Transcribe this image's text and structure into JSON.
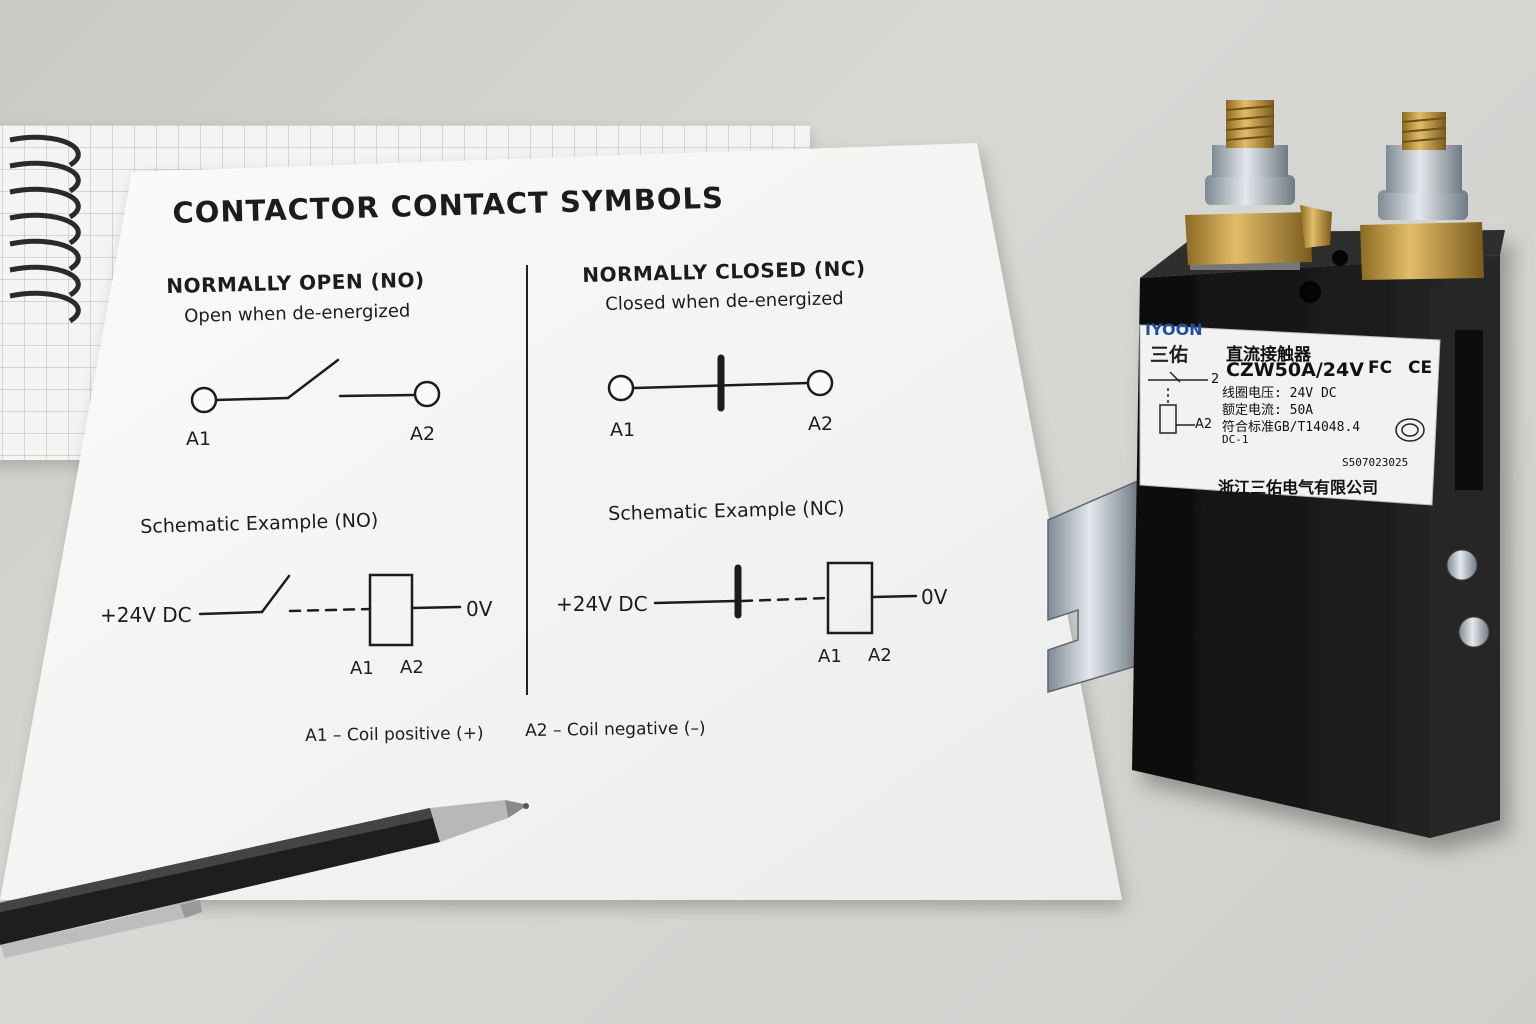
{
  "sheet": {
    "title": "CONTACTOR  CONTACT  SYMBOLS",
    "no": {
      "heading": "NORMALLY OPEN (NO)",
      "subtitle": "Open when de-energized",
      "a1": "A1",
      "a2": "A2",
      "example": "Schematic Example (NO)",
      "supply": "+24V DC",
      "ground": "0V",
      "coil_a1": "A1",
      "coil_a2": "A2"
    },
    "nc": {
      "heading": "NORMALLY CLOSED (NC)",
      "subtitle": "Closed when de-energized",
      "a1": "A1",
      "a2": "A2",
      "example": "Schematic Example (NC)",
      "supply": "+24V DC",
      "ground": "0V",
      "coil_a1": "A1",
      "coil_a2": "A2"
    },
    "legend_a1": "A1 – Coil positive (+)",
    "legend_a2": "A2 – Coil negative (–)"
  },
  "contactor": {
    "brand": "IYOON",
    "brand_cn": "三佑",
    "title_cn": "直流接触器",
    "model": "CZW50A/24V",
    "spec_voltage": "线圈电压: 24V DC",
    "spec_current": "额定电流: 50A",
    "spec_standard": "符合标准GB/T14048.4",
    "category": "DC-1",
    "serial": "S507023025",
    "manufacturer": "浙江三佑电气有限公司",
    "pin_2": "2",
    "pin_a2": "A2",
    "cert_fc": "FC",
    "cert_ce": "CE",
    "body_color": "#1a1a1a",
    "label_color": "#f2f2f0"
  },
  "colors": {
    "desk": "#cfcfcc",
    "paper": "#f7f7f5",
    "ink": "#1c1c1c",
    "brass": "#c9a24a"
  }
}
